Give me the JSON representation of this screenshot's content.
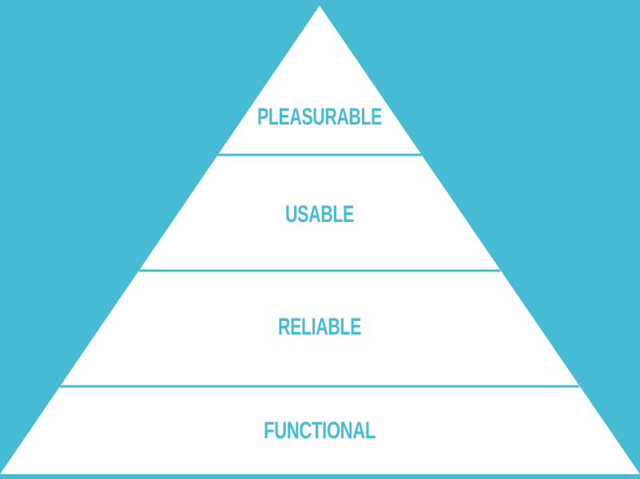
{
  "colors": {
    "background": "#47bbd3",
    "pyramid_fill": "#ffffff",
    "divider": "#47bbd3",
    "label_text": "#47bbd3"
  },
  "pyramid": {
    "tiers": [
      {
        "label": "PLEASURABLE"
      },
      {
        "label": "USABLE"
      },
      {
        "label": "RELIABLE"
      },
      {
        "label": "FUNCTIONAL"
      }
    ]
  }
}
